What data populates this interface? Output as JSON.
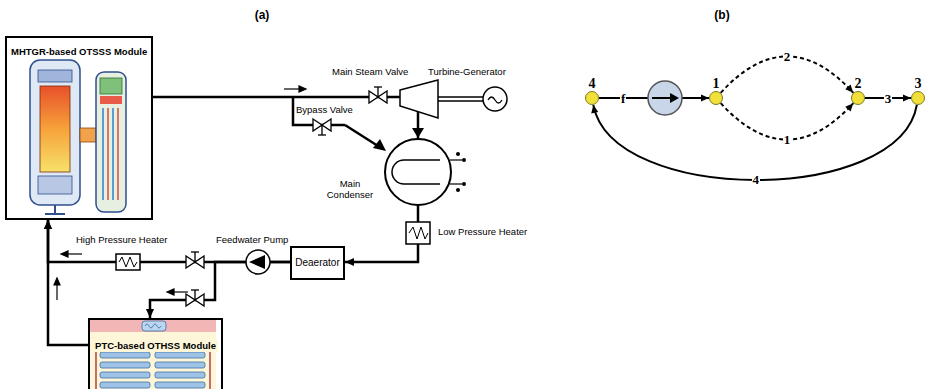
{
  "diagram": {
    "nodes": [
      {
        "text": [
          "MHTGR-based OTSSS Module"
        ]
      },
      {
        "text": [
          "Deaerator"
        ]
      },
      {
        "text": [
          "PTC-based OTHSS Module"
        ]
      },
      {
        "text": [
          "4"
        ]
      },
      {
        "text": [
          "1"
        ]
      },
      {
        "text": [
          "2"
        ]
      },
      {
        "text": [
          "3"
        ]
      }
    ],
    "edges": [
      {
        "from": 0,
        "to": 1,
        "arrow": "to"
      },
      {
        "from": 1,
        "to": 0,
        "arrow": "to"
      },
      {
        "from": 1,
        "to": 2,
        "arrow": "to"
      },
      {
        "from": 2,
        "to": 0,
        "arrow": "to"
      },
      {
        "from": 3,
        "to": 4,
        "label": "f",
        "arrow": "to"
      },
      {
        "from": 4,
        "to": 5,
        "label": "2",
        "arrow": "to"
      },
      {
        "from": 4,
        "to": 5,
        "label": "1",
        "arrow": "to"
      },
      {
        "from": 5,
        "to": 6,
        "label": "3",
        "arrow": "to"
      },
      {
        "from": 6,
        "to": 3,
        "label": "4",
        "arrow": "to"
      }
    ],
    "labels": [
      "(a)",
      "(b)",
      "Main Steam Valve",
      "Turbine-Generator",
      "Bypass Valve",
      "Main Condenser",
      "High Pressure Heater",
      "Feedwater Pump",
      "Low Pressure Heater"
    ]
  }
}
